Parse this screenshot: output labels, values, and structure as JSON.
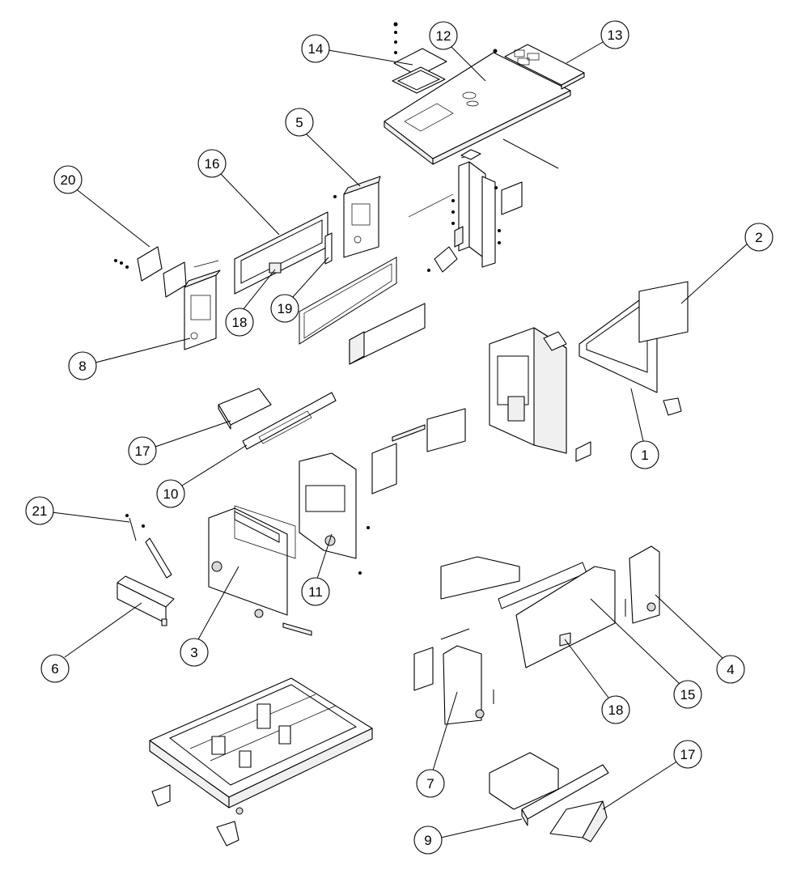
{
  "callouts": [
    {
      "label": "1"
    },
    {
      "label": "2"
    },
    {
      "label": "3"
    },
    {
      "label": "4"
    },
    {
      "label": "5"
    },
    {
      "label": "6"
    },
    {
      "label": "7"
    },
    {
      "label": "8"
    },
    {
      "label": "9"
    },
    {
      "label": "10"
    },
    {
      "label": "11"
    },
    {
      "label": "12"
    },
    {
      "label": "13"
    },
    {
      "label": "14"
    },
    {
      "label": "15"
    },
    {
      "label": "16"
    },
    {
      "label": "17"
    },
    {
      "label": "17"
    },
    {
      "label": "18"
    },
    {
      "label": "18"
    },
    {
      "label": "19"
    },
    {
      "label": "20"
    },
    {
      "label": "21"
    }
  ]
}
